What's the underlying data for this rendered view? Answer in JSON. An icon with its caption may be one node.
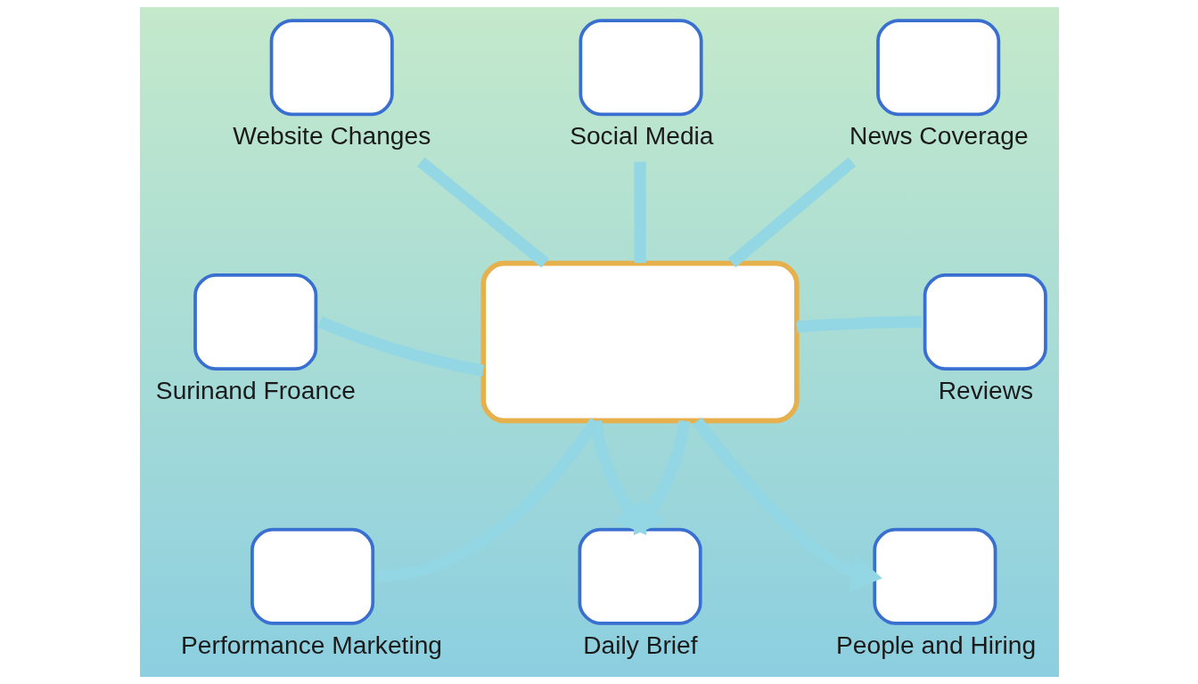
{
  "diagram": {
    "nodes": [
      {
        "text": [
          "Website Changes"
        ]
      },
      {
        "text": [
          "Social Media"
        ]
      },
      {
        "text": [
          "News Coverage"
        ]
      },
      {
        "text": [
          "Surinand Froance"
        ]
      },
      {
        "text": [],
        "shape": "box"
      },
      {
        "text": [
          "Reviews"
        ]
      },
      {
        "text": [
          "Performance Marketing"
        ]
      },
      {
        "text": [
          "Daily Brief"
        ]
      },
      {
        "text": [
          "People and Hiring"
        ]
      }
    ],
    "edges": [
      {
        "from": 0,
        "to": 4,
        "arrow": "none"
      },
      {
        "from": 1,
        "to": 4,
        "arrow": "none"
      },
      {
        "from": 2,
        "to": 4,
        "arrow": "none"
      },
      {
        "from": 3,
        "to": 4,
        "arrow": "none"
      },
      {
        "from": 5,
        "to": 4,
        "arrow": "none"
      },
      {
        "from": 6,
        "to": 4,
        "arrow": "none"
      },
      {
        "from": 4,
        "to": 7,
        "arrow": "to"
      },
      {
        "from": 4,
        "to": 7,
        "arrow": "to"
      },
      {
        "from": 4,
        "to": 8,
        "arrow": "to"
      }
    ]
  }
}
